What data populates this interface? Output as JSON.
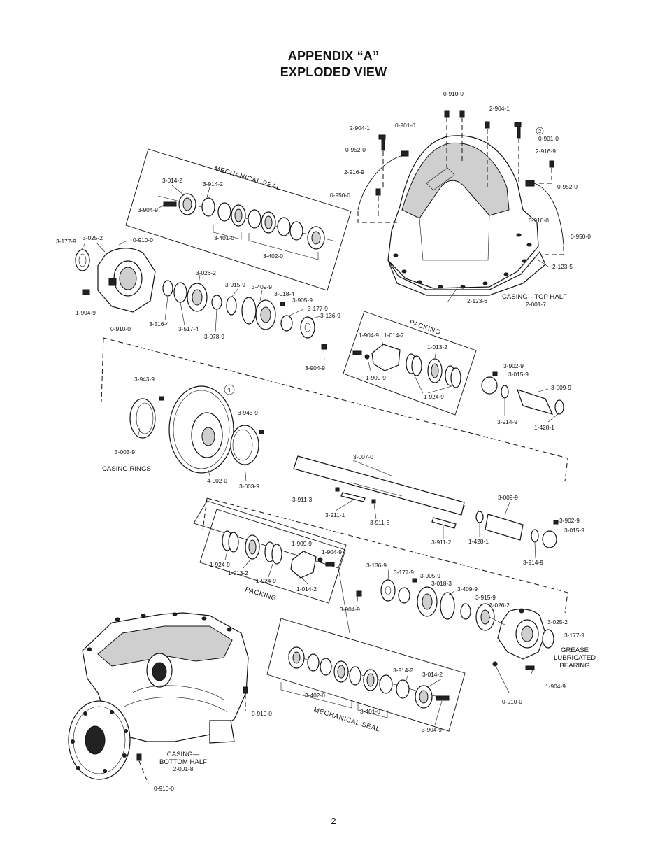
{
  "header": {
    "title_line1": "APPENDIX “A”",
    "title_line2": "EXPLODED VIEW"
  },
  "page_number": "2",
  "captions": {
    "mechanical_seal_top": "MECHANICAL SEAL",
    "packing_top": "PACKING",
    "packing_bottom": "PACKING",
    "mechanical_seal_bottom": "MECHANICAL SEAL",
    "casing_top_half": "CASING—TOP HALF",
    "casing_top_half_no": "2-001-7",
    "casing_rings": "CASING RINGS",
    "casing_bottom_1": "CASING—",
    "casing_bottom_2": "BOTTOM HALF",
    "casing_bottom_no": "2-001-8",
    "grease_1": "GREASE",
    "grease_2": "LUBRICATED",
    "grease_3": "BEARING",
    "callout_1": "1",
    "callout_2": "2"
  },
  "labels": [
    "0-910-0",
    "2-904-1",
    "0-901-0",
    "2-904-1",
    "0-901-0",
    "0-952-0",
    "2-916-9",
    "2-916-9",
    "0-950-0",
    "0-952-0",
    "0-910-0",
    "0-950-0",
    "2-123-5",
    "2-123-6",
    "3-014-2",
    "3-914-2",
    "3-904-9",
    "3-401-0",
    "3-402-0",
    "3-177-9",
    "3-025-2",
    "0-910-0",
    "1-904-9",
    "0-910-0",
    "3-516-4",
    "3-517-4",
    "3-026-2",
    "3-078-9",
    "3-915-9",
    "3-409-9",
    "3-018-4",
    "3-905-9",
    "3-177-9",
    "3-136-9",
    "3-904-9",
    "1-904-9",
    "1-014-2",
    "1-013-2",
    "1-909-9",
    "1-924-9",
    "3-902-9",
    "3-015-9",
    "3-009-9",
    "3-914-9",
    "1-428-1",
    "3-943-9",
    "3-943-9",
    "3-003-9",
    "4-002-0",
    "3-003-9",
    "3-007-0",
    "3-911-3",
    "3-911-1",
    "3-911-3",
    "3-009-9",
    "3-911-2",
    "1-428-1",
    "3-902-9",
    "3-015-9",
    "3-914-9",
    "1-909-9",
    "1-904-9",
    "1-924-9",
    "1-013-2",
    "1-924-9",
    "1-014-2",
    "3-136-9",
    "3-177-9",
    "3-905-9",
    "3-018-3",
    "3-409-9",
    "3-904-9",
    "3-915-9",
    "3-026-2",
    "3-025-2",
    "3-177-9",
    "3-914-2",
    "3-014-2",
    "3-402-0",
    "3-401-0",
    "3-904-9",
    "0-910-0",
    "1-904-9",
    "0-910-0",
    "0-910-0"
  ]
}
